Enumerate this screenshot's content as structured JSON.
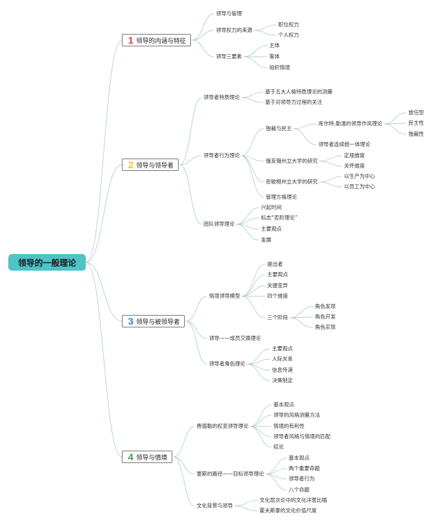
{
  "title": "领导的一般理论",
  "colors": {
    "root_bg": "#4fc3c6",
    "line": "#b8cfd2",
    "num1": "#e53935",
    "num2": "#f6c11a",
    "num3": "#1e88e5",
    "num4": "#43a047"
  },
  "sections": [
    {
      "num": "1",
      "label": "领导的内涵与特征",
      "children": [
        {
          "label": "领导与管理"
        },
        {
          "label": "领导权力的来源",
          "children": [
            {
              "label": "职位权力"
            },
            {
              "label": "个人权力"
            }
          ]
        },
        {
          "label": "领导三要素",
          "children": [
            {
              "label": "主体"
            },
            {
              "label": "客体"
            },
            {
              "label": "组织情境"
            }
          ]
        }
      ]
    },
    {
      "num": "2",
      "label": "领导与领导者",
      "children": [
        {
          "label": "领导者特质理论",
          "children": [
            {
              "label": "基于五大人格特质理论的测量"
            },
            {
              "label": "基于对领导力过程的关注"
            }
          ]
        },
        {
          "label": "领导者行为理论",
          "children": [
            {
              "label": "独裁与民主",
              "children": [
                {
                  "label": "库尔特.勒温的领导作风理论",
                  "children": [
                    {
                      "label": "放任型"
                    },
                    {
                      "label": "民主性"
                    },
                    {
                      "label": "独裁性"
                    }
                  ]
                },
                {
                  "label": "领导者连续统一体理论"
                }
              ]
            },
            {
              "label": "俄亥俄州立大学的研究",
              "children": [
                {
                  "label": "定规维度"
                },
                {
                  "label": "关怀维度"
                }
              ]
            },
            {
              "label": "密歇根州立大学的研究",
              "children": [
                {
                  "label": "以生产为中心"
                },
                {
                  "label": "以员工为中心"
                }
              ]
            },
            {
              "label": "管理方格理论"
            }
          ]
        },
        {
          "label": "团队领导理论",
          "children": [
            {
              "label": "兴起时间"
            },
            {
              "label": "标志“否阶理论”"
            },
            {
              "label": "主要观点"
            },
            {
              "label": "发展"
            }
          ]
        }
      ]
    },
    {
      "num": "3",
      "label": "领导与被领导者",
      "children": [
        {
          "label": "情境领导模型",
          "children": [
            {
              "label": "提出者"
            },
            {
              "label": "主要观点"
            },
            {
              "label": "关键变异"
            },
            {
              "label": "四个维度"
            },
            {
              "label": "三个阶段",
              "children": [
                {
                  "label": "角色发现"
                },
                {
                  "label": "角色开发"
                },
                {
                  "label": "角色实现"
                }
              ]
            }
          ]
        },
        {
          "label": "领导——成员交换理论"
        },
        {
          "label": "领导者角色理论",
          "children": [
            {
              "label": "主要观点"
            },
            {
              "label": "人际关系"
            },
            {
              "label": "信息传递"
            },
            {
              "label": "决策制定"
            }
          ]
        }
      ]
    },
    {
      "num": "4",
      "label": "领导与情境",
      "children": [
        {
          "label": "费德勒的权变领导理论",
          "children": [
            {
              "label": "基本观点"
            },
            {
              "label": "领导的风格测量方法"
            },
            {
              "label": "情境的有利性"
            },
            {
              "label": "领导者风格与情境的匹配"
            },
            {
              "label": "结论"
            }
          ]
        },
        {
          "label": "豪斯的路径——目标领导理论",
          "children": [
            {
              "label": "基本观点"
            },
            {
              "label": "两个重要命题"
            },
            {
              "label": "领导者行为"
            },
            {
              "label": "八个命题"
            }
          ]
        },
        {
          "label": "文化背景与领导",
          "children": [
            {
              "label": "文化层次论中的文化洋葱比喻"
            },
            {
              "label": "霍夫斯泰的文化价值尺度"
            }
          ]
        }
      ]
    }
  ]
}
